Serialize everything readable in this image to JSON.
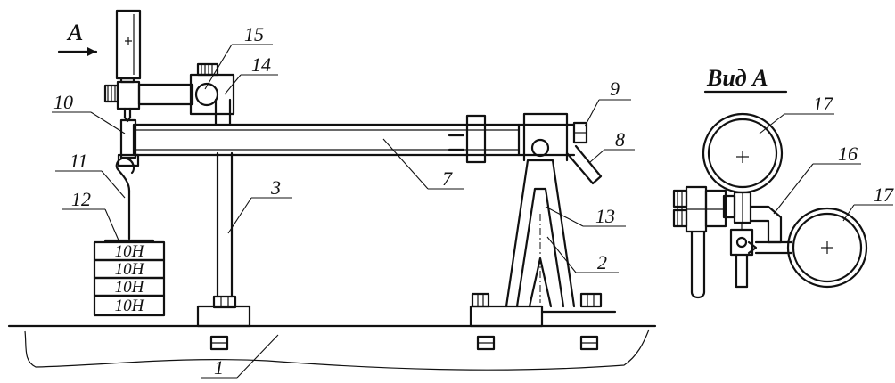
{
  "view_marker": "A",
  "view_title": "Вид А",
  "weights": [
    "10Н",
    "10Н",
    "10Н",
    "10Н"
  ],
  "part_labels": {
    "p1": "1",
    "p2": "2",
    "p3": "3",
    "p7": "7",
    "p8": "8",
    "p9": "9",
    "p10": "10",
    "p11": "11",
    "p12": "12",
    "p13": "13",
    "p14": "14",
    "p15": "15",
    "p16": "16",
    "p17a": "17",
    "p17b": "17"
  }
}
